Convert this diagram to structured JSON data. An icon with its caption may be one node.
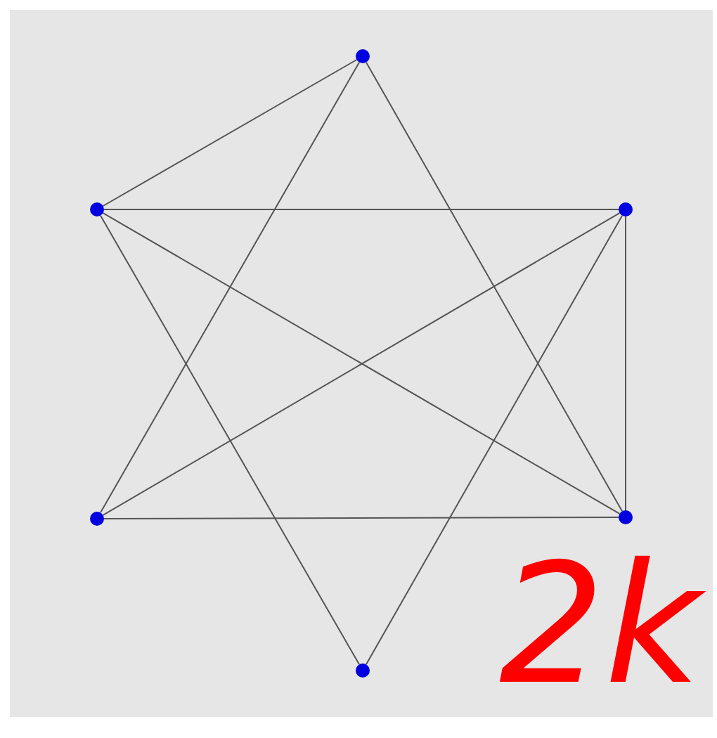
{
  "diagram": {
    "nodes": [
      {
        "text": [],
        "shape": "circle"
      },
      {
        "text": [],
        "shape": "circle"
      },
      {
        "text": [],
        "shape": "circle"
      },
      {
        "text": [],
        "shape": "circle"
      },
      {
        "text": [],
        "shape": "circle"
      },
      {
        "text": [],
        "shape": "circle"
      }
    ],
    "edges": [
      {
        "from": 0,
        "to": 1,
        "arrow": "none"
      },
      {
        "from": 0,
        "to": 3,
        "arrow": "none"
      },
      {
        "from": 0,
        "to": 4,
        "arrow": "none"
      },
      {
        "from": 1,
        "to": 2,
        "arrow": "none"
      },
      {
        "from": 1,
        "to": 4,
        "arrow": "none"
      },
      {
        "from": 1,
        "to": 5,
        "arrow": "none"
      },
      {
        "from": 2,
        "to": 3,
        "arrow": "none"
      },
      {
        "from": 2,
        "to": 4,
        "arrow": "none"
      },
      {
        "from": 2,
        "to": 5,
        "arrow": "none"
      },
      {
        "from": 3,
        "to": 4,
        "arrow": "none"
      }
    ],
    "labels": [
      "2k"
    ]
  }
}
